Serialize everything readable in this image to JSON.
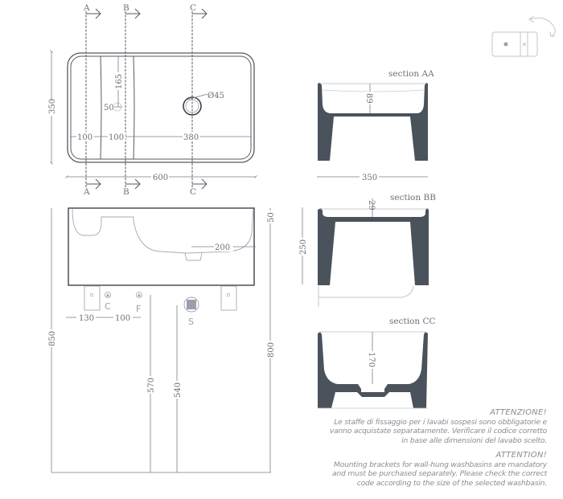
{
  "top_view": {
    "section_markers": [
      "A",
      "B",
      "C"
    ],
    "dimensions": {
      "width": "600",
      "depth": "350",
      "seg1": "100",
      "seg2": "100",
      "seg3": "380",
      "height_165": "165",
      "offset_50": "50",
      "hole_diameter": "Ø45"
    }
  },
  "front_view": {
    "dimensions": {
      "drain_offset": "200",
      "rim_50": "50",
      "total_850": "850",
      "rim_800": "800",
      "supply_570": "570",
      "waste_540": "540",
      "c_offset": "130",
      "f_offset": "100"
    },
    "connection_labels": {
      "hot": "C",
      "cold": "F",
      "waste": "S"
    }
  },
  "sections": [
    {
      "title": "section AA",
      "inner_dim": "89",
      "bottom_dim": "350"
    },
    {
      "title": "section BB",
      "inner_dim": "29",
      "side_dim": "250"
    },
    {
      "title": "section CC",
      "inner_dim": "170"
    }
  ],
  "notes": {
    "italian": {
      "heading": "ATTENZIONE!",
      "lines": [
        "Le staffe di fissaggio per i lavabi sospesi sono obbligatorie e",
        "vanno acquistate separatamente. Verificare il codice corretto",
        "in base alle dimensioni del lavabo scelto."
      ]
    },
    "english": {
      "heading": "ATTENTION!",
      "lines": [
        "Mounting brackets for wall-hung washbasins are mandatory",
        "and must be purchased separately. Please check the correct",
        "code according to the size of the selected washbasin."
      ]
    }
  },
  "colors": {
    "section_fill": "#4a525b",
    "line": "#6b6f78",
    "light_line": "#b8bcc4",
    "text": "#8a8d94"
  }
}
